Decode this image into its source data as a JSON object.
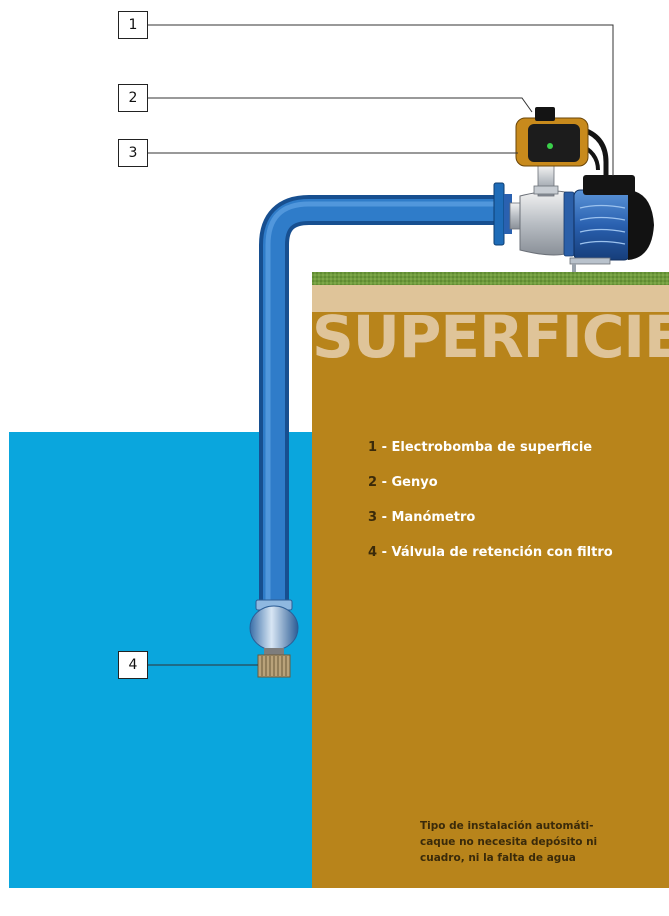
{
  "title": "SUPERFICIE",
  "callouts": [
    {
      "number": "1"
    },
    {
      "number": "2"
    },
    {
      "number": "3"
    },
    {
      "number": "4"
    }
  ],
  "legend": [
    {
      "number": "1",
      "label": "- Electrobomba de superficie"
    },
    {
      "number": "2",
      "label": "- Genyo"
    },
    {
      "number": "3",
      "label": "- Manómetro"
    },
    {
      "number": "4",
      "label": "- Válvula de retención con filtro"
    }
  ],
  "note_lines": [
    "Tipo de instalación automáti-",
    "caque no necesita  depósito ni",
    "cuadro, ni la falta de agua"
  ],
  "colors": {
    "water": "#0aa6dd",
    "ground": "#b8841b",
    "grass": "#6f9a3c",
    "topsoil": "#dfc499",
    "pipe": "#1f6cb8",
    "pump_body": "#2a61b0"
  },
  "icons": {
    "pump": "electric-surface-pump-icon",
    "controller": "pressure-controller-icon",
    "valve": "check-valve-filter-icon"
  }
}
